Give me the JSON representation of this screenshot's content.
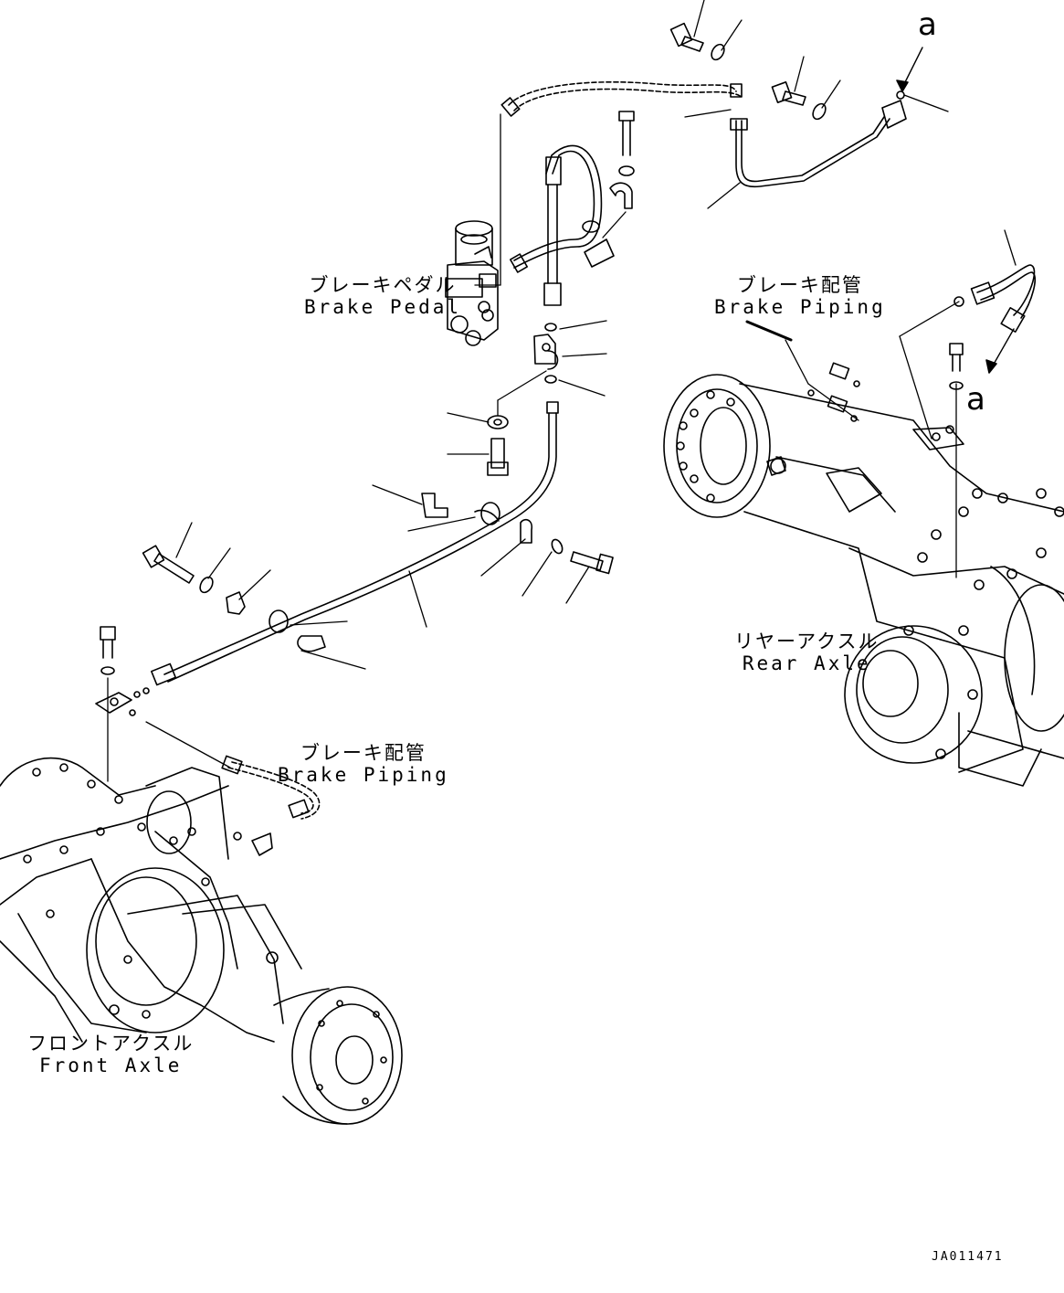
{
  "labels": {
    "brake_pedal": {
      "jp": "ブレーキペダル",
      "en": "Brake Pedal"
    },
    "brake_piping_top": {
      "jp": "ブレーキ配管",
      "en": "Brake Piping"
    },
    "brake_piping_bottom": {
      "jp": "ブレーキ配管",
      "en": "Brake Piping"
    },
    "rear_axle": {
      "jp": "リヤーアクスル",
      "en": "Rear Axle"
    },
    "front_axle": {
      "jp": "フロントアクスル",
      "en": "Front Axle"
    }
  },
  "callouts": {
    "top": "a",
    "right": "a"
  },
  "drawing_code": "JA011471"
}
